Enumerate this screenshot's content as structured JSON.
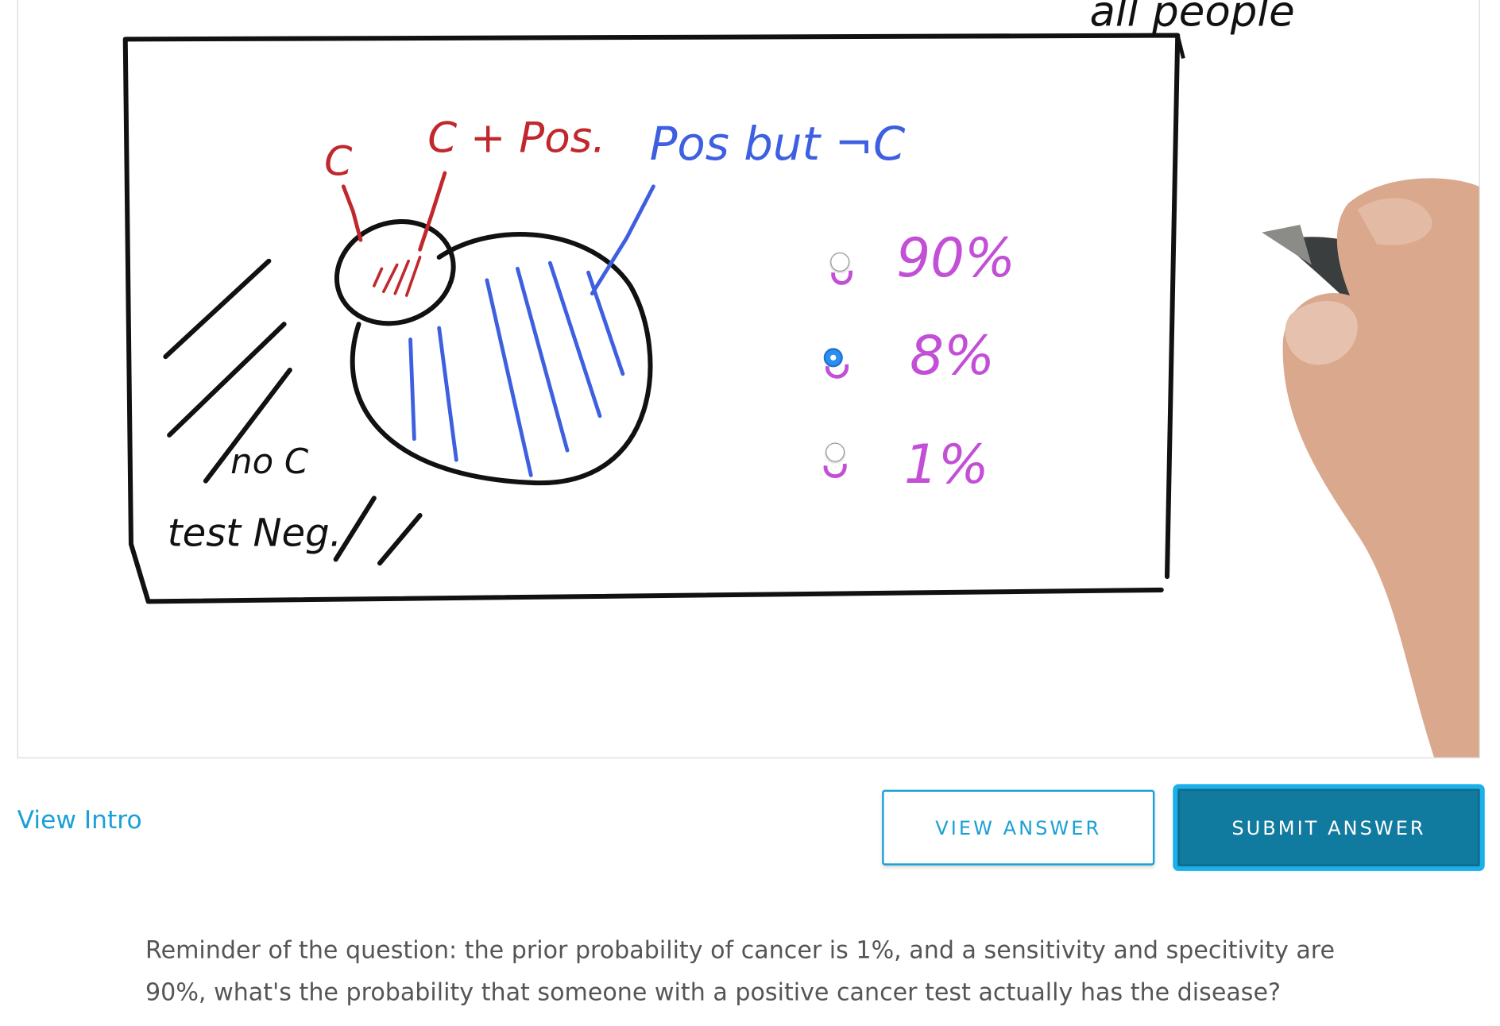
{
  "video": {
    "labels": {
      "c": "C",
      "c_pos": "C + Pos.",
      "pos_not_c": "Pos but ¬C",
      "all_people": "all people",
      "no_c": "no C",
      "test_neg": "test Neg."
    },
    "quiz_options": [
      {
        "label": "90%",
        "selected": false
      },
      {
        "label": "8%",
        "selected": true
      },
      {
        "label": "1%",
        "selected": false
      }
    ]
  },
  "links": {
    "view_intro": "View Intro"
  },
  "buttons": {
    "view_answer": "VIEW ANSWER",
    "submit_answer": "SUBMIT ANSWER"
  },
  "reminder": {
    "text": "Reminder of the question: the prior probability of cancer is 1%, and a sensitivity and specitivity are 90%, what's the probability that someone with a positive cancer test actually has the disease?"
  },
  "colors": {
    "accent": "#1aa0d6",
    "submit_bg": "#117a9f",
    "ink_black": "#111111",
    "ink_red": "#c0282d",
    "ink_blue": "#3d5fe0",
    "ink_magenta": "#c24fd6",
    "selected_radio": "#2b8ef0"
  }
}
